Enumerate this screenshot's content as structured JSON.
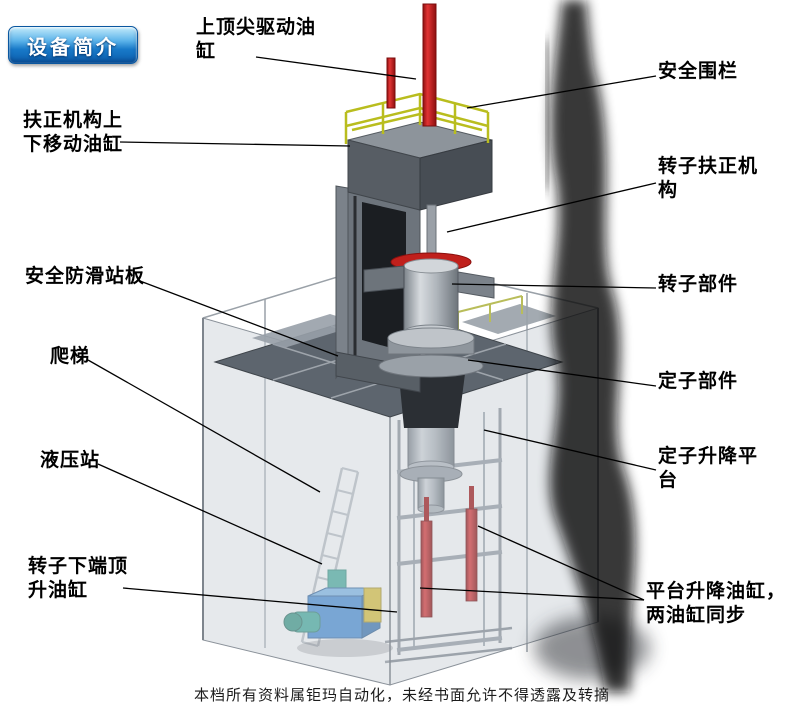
{
  "badge": {
    "label": "设备简介"
  },
  "labels": {
    "top_drive_cylinder": "上顶尖驱动油\n缸",
    "safety_fence": "安全围栏",
    "centering_move_cylinder": "扶正机构上\n下移动油缸",
    "rotor_centering_mechanism": "转子扶正机\n构",
    "anti_slip_plate": "安全防滑站板",
    "rotor_component": "转子部件",
    "ladder": "爬梯",
    "stator_component": "定子部件",
    "hydraulic_station": "液压站",
    "stator_lift_platform": "定子升降平\n台",
    "rotor_jack_cylinder": "转子下端顶\n升油缸",
    "platform_lift_cylinders": "平台升降油缸，\n两油缸同步"
  },
  "footer": {
    "text": "本档所有资料属钜玛自动化，未经书面允许不得透露及转摘"
  },
  "colors": {
    "badge_blue": "#1879c8",
    "cylinder_red": "#c41414",
    "railing_yellow": "#b9bd1e",
    "hydraulic_blue": "#2e7fd2",
    "platform_gray": "#5d656e"
  }
}
